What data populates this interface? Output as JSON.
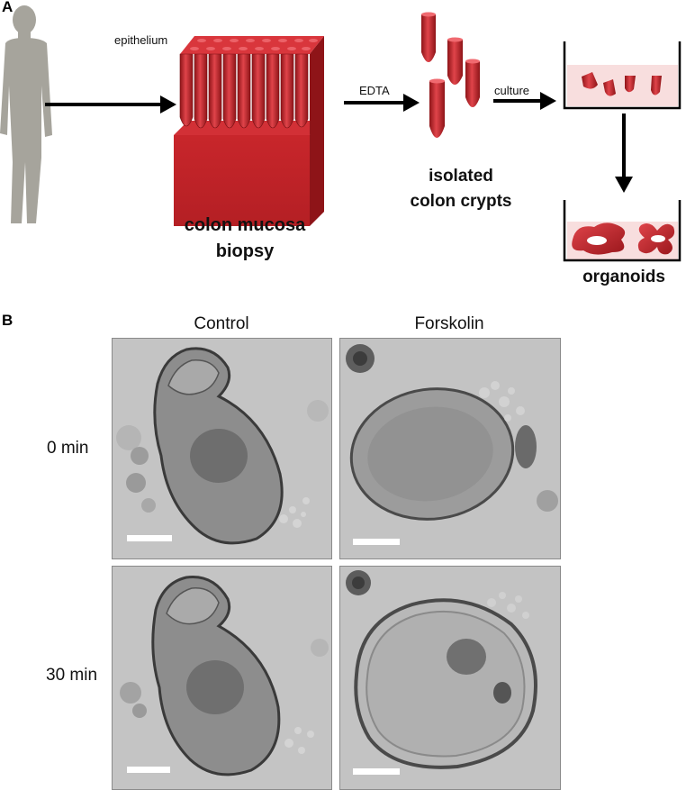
{
  "panel_a": {
    "label": "A",
    "epithelium_label": "epithelium",
    "biopsy_label_line1": "colon mucosa",
    "biopsy_label_line2": "biopsy",
    "edta_label": "EDTA",
    "crypts_label_line1": "isolated",
    "crypts_label_line2": "colon crypts",
    "culture_label": "culture",
    "organoids_label": "organoids",
    "colors": {
      "tissue_red": "#c8262b",
      "tissue_dark": "#8e1418",
      "dish_fill": "#f8dede",
      "human_gray": "#a6a49c"
    }
  },
  "panel_b": {
    "label": "B",
    "columns": [
      "Control",
      "Forskolin"
    ],
    "rows": [
      "0 min",
      "30 min"
    ]
  }
}
